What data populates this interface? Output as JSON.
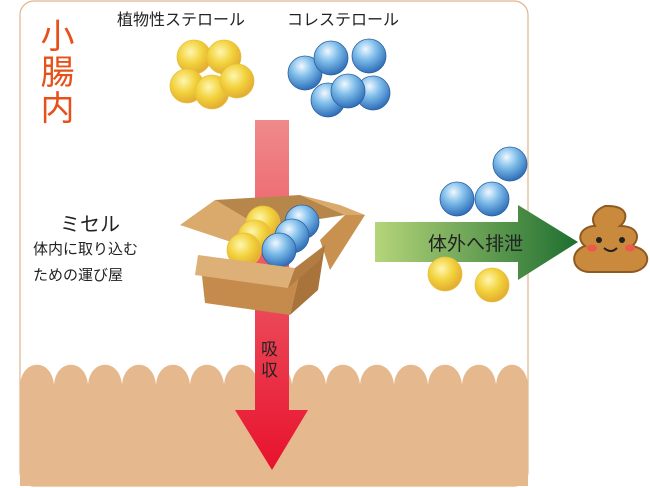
{
  "title": "小腸内",
  "labels": {
    "plant_sterol": "植物性ステロール",
    "cholesterol": "コレステロール",
    "micelle": "ミセル",
    "micelle_desc_1": "体内に取り込む",
    "micelle_desc_2": "ための運び屋",
    "absorption": "吸収",
    "excretion": "体外へ排泄"
  },
  "colors": {
    "title": "#e8501a",
    "intestine_wall": "#e6b88e",
    "frame": "#e0b48e",
    "absorb_arrow_top": "#ef8a8a",
    "absorb_arrow_bottom": "#e8112d",
    "excrete_arrow_start": "#b5d57a",
    "excrete_arrow_end": "#1e6e30"
  }
}
